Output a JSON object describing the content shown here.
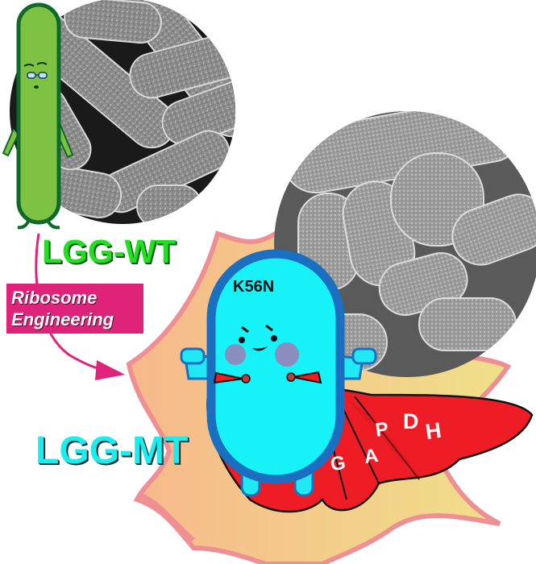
{
  "figure": {
    "type": "graphical-abstract",
    "labels": {
      "wild_type": "LGG-WT",
      "mutant": "LGG-MT",
      "process_line1": "Ribosome",
      "process_line2": "Engineering",
      "mutation": "K56N",
      "enzyme_letters": [
        "G",
        "A",
        "P",
        "D",
        "H"
      ]
    },
    "images": {
      "wt_sem": "sem-micrograph-rod-shaped-bacteria",
      "mt_sem": "sem-micrograph-curved-bacteria"
    },
    "characters": {
      "wt": "green-rod-bacterium-with-glasses",
      "mt": "cyan-superhero-bacterium-with-red-cape"
    },
    "colors": {
      "wt_green": "#22e01f",
      "mt_cyan": "#18eef0",
      "ribo_magenta": "#e0237a",
      "burst_fill": "#f6c08a",
      "burst_outline": "#ee8f93",
      "cape_red": "#ee1c24",
      "body_blue": "#1a6fc0"
    }
  }
}
